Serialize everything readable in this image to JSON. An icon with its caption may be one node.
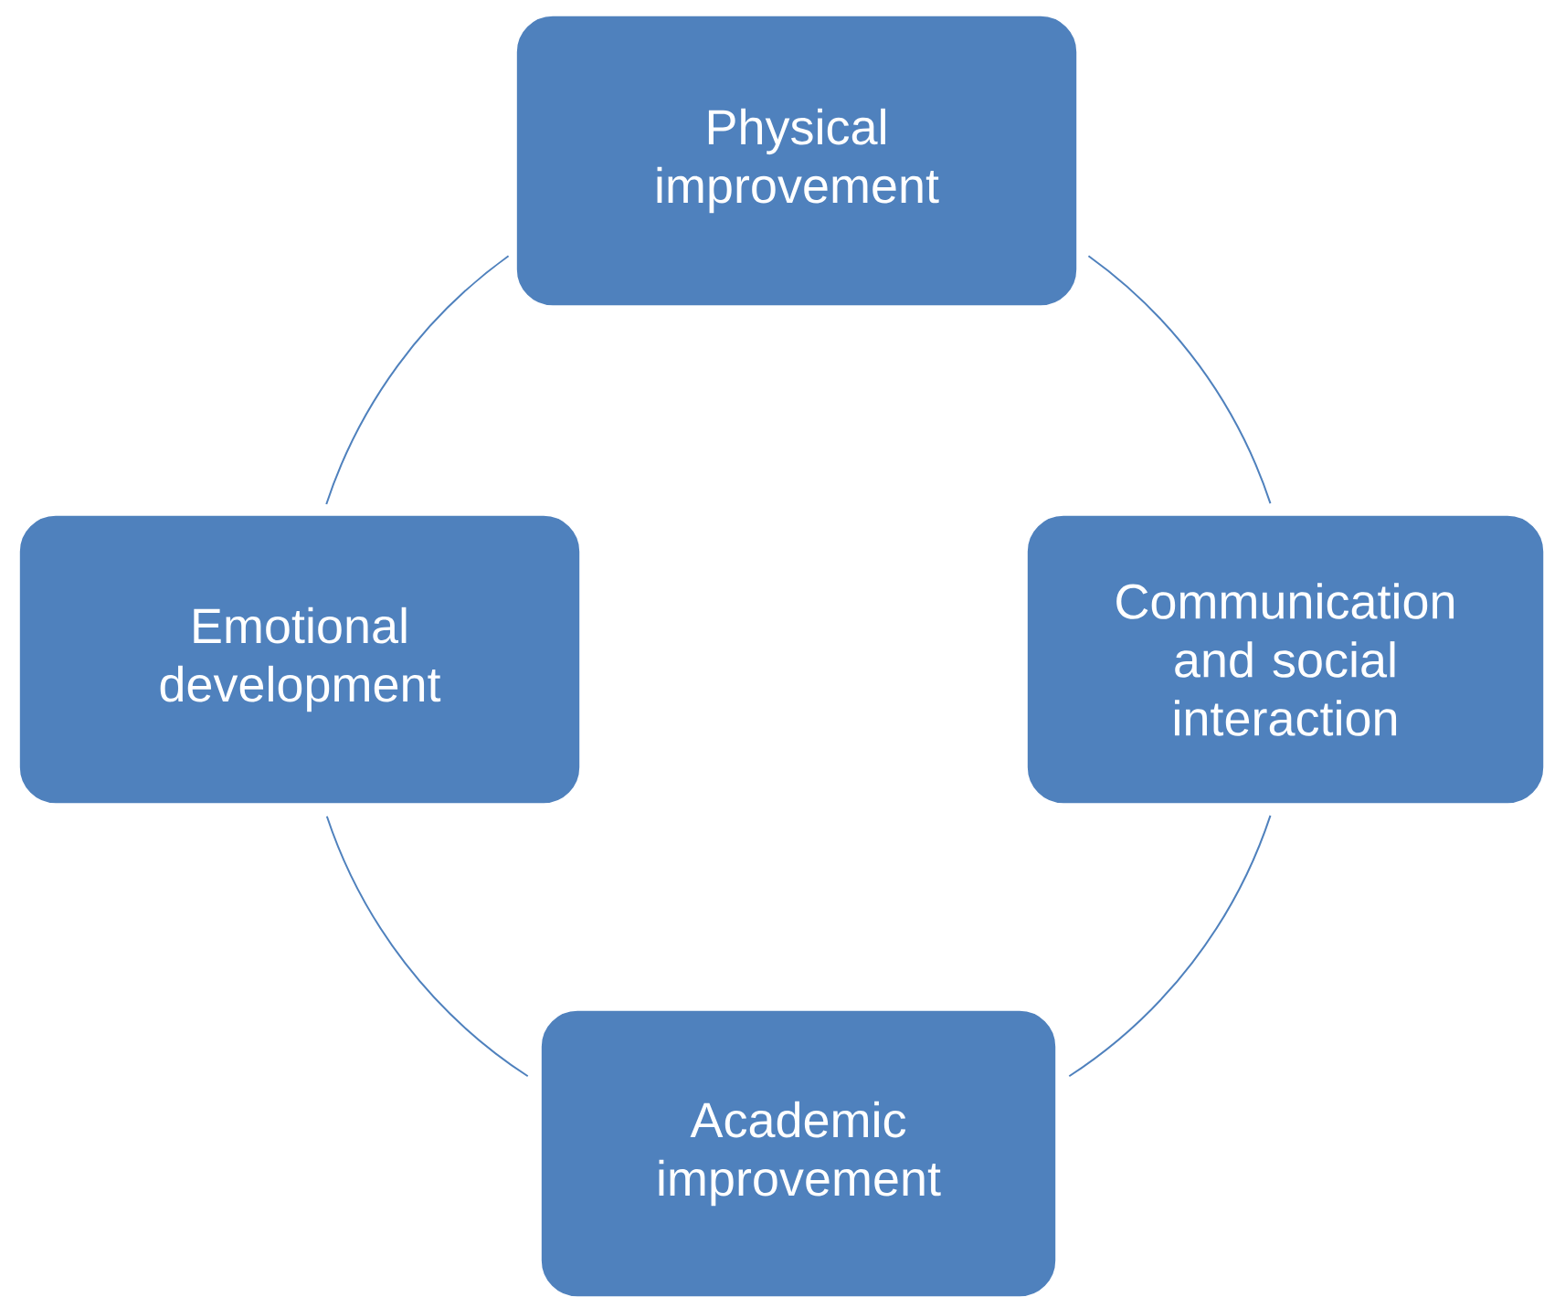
{
  "diagram": {
    "nodes": [
      {
        "text": [
          "Physical improvement"
        ]
      },
      {
        "text": [
          "Emotional development"
        ]
      },
      {
        "text": [
          "Communication and social interaction"
        ]
      },
      {
        "text": [
          "Academic improvement"
        ]
      }
    ],
    "edges": [
      {
        "from": 0,
        "to": 1,
        "arrow": "none"
      },
      {
        "from": 0,
        "to": 2,
        "arrow": "none"
      },
      {
        "from": 1,
        "to": 3,
        "arrow": "none"
      },
      {
        "from": 2,
        "to": 3,
        "arrow": "none"
      }
    ]
  }
}
